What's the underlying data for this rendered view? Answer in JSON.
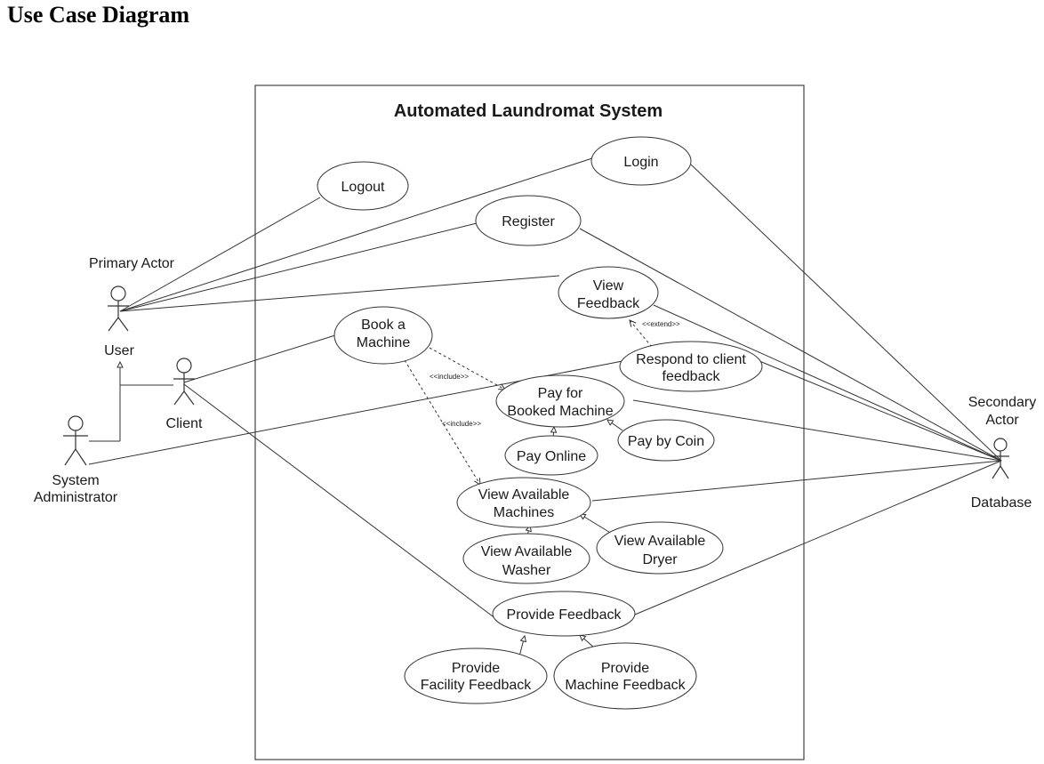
{
  "page": {
    "heading": "Use Case Diagram"
  },
  "system": {
    "title": "Automated Laundromat System"
  },
  "actors": {
    "primary_caption": "Primary Actor",
    "user": "User",
    "client": "Client",
    "admin_line1": "System",
    "admin_line2": "Administrator",
    "secondary_line1": "Secondary",
    "secondary_line2": "Actor",
    "database": "Database"
  },
  "use_cases": {
    "logout": [
      "Logout"
    ],
    "login": [
      "Login"
    ],
    "register": [
      "Register"
    ],
    "view_feedback": [
      "View",
      "Feedback"
    ],
    "book_machine": [
      "Book a",
      "Machine"
    ],
    "respond_feedback": [
      "Respond to client",
      "feedback"
    ],
    "pay_booked": [
      "Pay for",
      "Booked Machine"
    ],
    "pay_online": [
      "Pay Online"
    ],
    "pay_coin": [
      "Pay by Coin"
    ],
    "view_machines": [
      "View Available",
      "Machines"
    ],
    "view_washer": [
      "View Available",
      "Washer"
    ],
    "view_dryer": [
      "View Available",
      "Dryer"
    ],
    "provide_feedback": [
      "Provide Feedback"
    ],
    "facility_feedback": [
      "Provide",
      "Facility Feedback"
    ],
    "machine_feedback": [
      "Provide",
      "Machine Feedback"
    ]
  },
  "stereotypes": {
    "extend": "<<extend>>",
    "include_pay": "<<include>>",
    "include_view": "<<include>>"
  }
}
